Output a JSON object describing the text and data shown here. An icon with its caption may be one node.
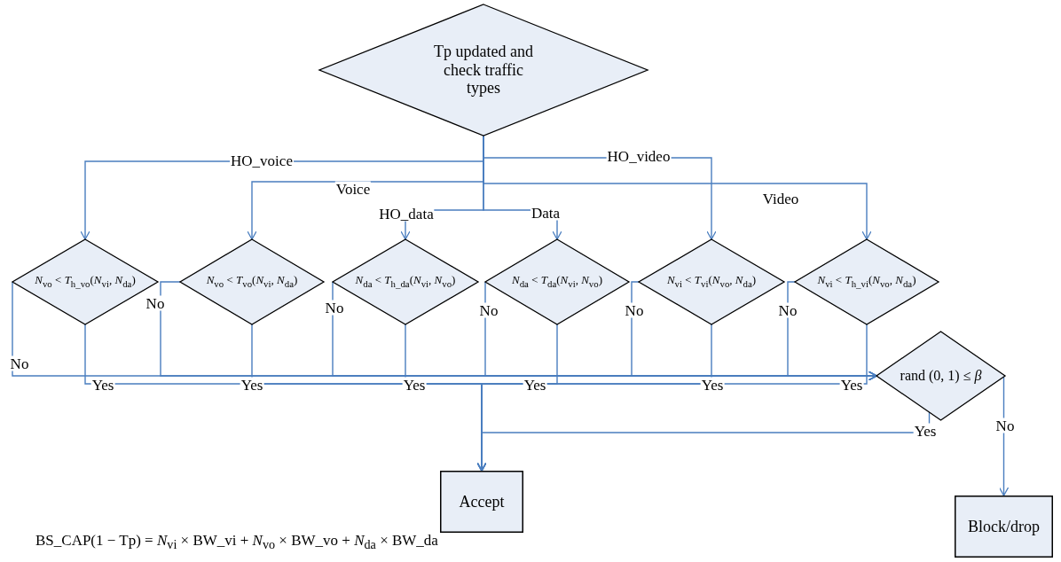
{
  "diagram": {
    "nodes": [
      {
        "text": [
          "Tp updated and check traffic types"
        ]
      },
      {
        "text": [
          "*N*$_{vo}$ < *T*$_{h_vo}$(*N*$_{vi}$, *N*$_{da}$)"
        ]
      },
      {
        "text": [
          "*N*$_{vo}$ < *T*$_{vo}$(*N*$_{vi}$, *N*$_{da}$)"
        ]
      },
      {
        "text": [
          "*N*$_{da}$ < *T*$_{h_da}$(*N*$_{vi}$, *N*$_{vo}$)"
        ]
      },
      {
        "text": [
          "*N*$_{da}$ < *T*$_{da}$(*N*$_{vi}$, *N*$_{vo}$)"
        ]
      },
      {
        "text": [
          "*N*$_{vi}$ < *T*$_{vi}$(*N*$_{vo}$, *N*$_{da}$)"
        ]
      },
      {
        "text": [
          "*N*$_{vi}$ < *T*$_{h_vi}$(*N*$_{vo}$, *N*$_{da}$)"
        ]
      },
      {
        "text": [
          "rand (0, 1) ≤ *β*"
        ]
      },
      {
        "text": [
          "Accept"
        ]
      },
      {
        "text": [
          "Block/drop"
        ]
      }
    ],
    "edges": [
      {
        "from": 0,
        "to": 1,
        "arrow": "to",
        "label": "HO_voice"
      },
      {
        "from": 0,
        "to": 2,
        "arrow": "to",
        "label": "Voice"
      },
      {
        "from": 0,
        "to": 3,
        "arrow": "to",
        "label": "HO_data"
      },
      {
        "from": 0,
        "to": 4,
        "arrow": "to",
        "label": "Data"
      },
      {
        "from": 0,
        "to": 5,
        "arrow": "to",
        "label": "HO_video"
      },
      {
        "from": 0,
        "to": 6,
        "arrow": "to",
        "label": "Video"
      },
      {
        "from": 1,
        "to": 7,
        "arrow": "to",
        "label": "No"
      },
      {
        "from": 2,
        "to": 7,
        "arrow": "to",
        "label": "No"
      },
      {
        "from": 3,
        "to": 7,
        "arrow": "to",
        "label": "No"
      },
      {
        "from": 4,
        "to": 7,
        "arrow": "to",
        "label": "No"
      },
      {
        "from": 5,
        "to": 7,
        "arrow": "to",
        "label": "No"
      },
      {
        "from": 6,
        "to": 7,
        "arrow": "to",
        "label": "No"
      },
      {
        "from": 1,
        "to": 8,
        "arrow": "to",
        "label": "Yes"
      },
      {
        "from": 2,
        "to": 8,
        "arrow": "to",
        "label": "Yes"
      },
      {
        "from": 3,
        "to": 8,
        "arrow": "to",
        "label": "Yes"
      },
      {
        "from": 4,
        "to": 8,
        "arrow": "to",
        "label": "Yes"
      },
      {
        "from": 5,
        "to": 8,
        "arrow": "to",
        "label": "Yes"
      },
      {
        "from": 6,
        "to": 8,
        "arrow": "to",
        "label": "Yes"
      },
      {
        "from": 7,
        "to": 8,
        "arrow": "to",
        "label": "Yes"
      },
      {
        "from": 7,
        "to": 9,
        "arrow": "to",
        "label": "No"
      }
    ],
    "labels": [
      "BS_CAP(1 − Tp) = *N*$_{vi}$ × BW_vi + *N*$_{vo}$ × BW_vo + *N*$_{da}$ × BW_da"
    ]
  }
}
